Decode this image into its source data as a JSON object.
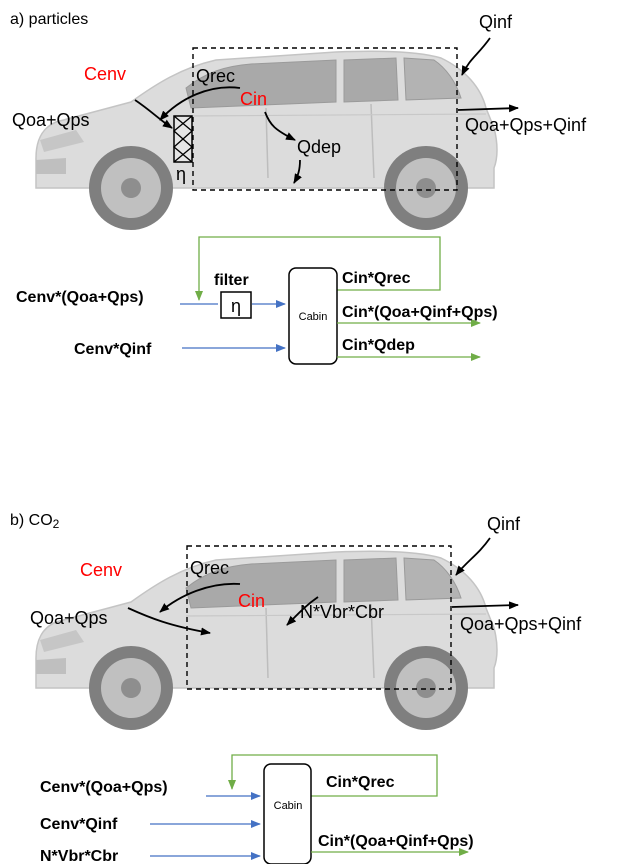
{
  "panel_a": {
    "title": "a) particles",
    "labels": {
      "qinf": "Qinf",
      "cenv": "Cenv",
      "qrec": "Qrec",
      "cin": "Cin",
      "qoa_qps": "Qoa+Qps",
      "qdep": "Qdep",
      "eta": "η",
      "qoa_qps_qinf": "Qoa+Qps+Qinf"
    },
    "flow": {
      "input1": "Cenv*(Qoa+Qps)",
      "input2": "Cenv*Qinf",
      "filter_label": "filter",
      "filter_symbol": "η",
      "cabin": "Cabin",
      "out_rec": "Cin*Qrec",
      "out_main": "Cin*(Qoa+Qinf+Qps)",
      "out_dep": "Cin*Qdep"
    }
  },
  "panel_b": {
    "title_prefix": "b) CO",
    "title_sub": "2",
    "labels": {
      "qinf": "Qinf",
      "cenv": "Cenv",
      "qrec": "Qrec",
      "cin": "Cin",
      "qoa_qps": "Qoa+Qps",
      "source": "N*Vbr*Cbr",
      "qoa_qps_qinf": "Qoa+Qps+Qinf"
    },
    "flow": {
      "input1": "Cenv*(Qoa+Qps)",
      "input2": "Cenv*Qinf",
      "input3": "N*Vbr*Cbr",
      "cabin": "Cabin",
      "out_rec": "Cin*Qrec",
      "out_main": "Cin*(Qoa+Qinf+Qps)"
    }
  },
  "colors": {
    "input_arrow": "#4472c4",
    "output_arrow": "#70ad47",
    "highlight_text": "#ff0000",
    "car_body": "#d9d9d9"
  }
}
